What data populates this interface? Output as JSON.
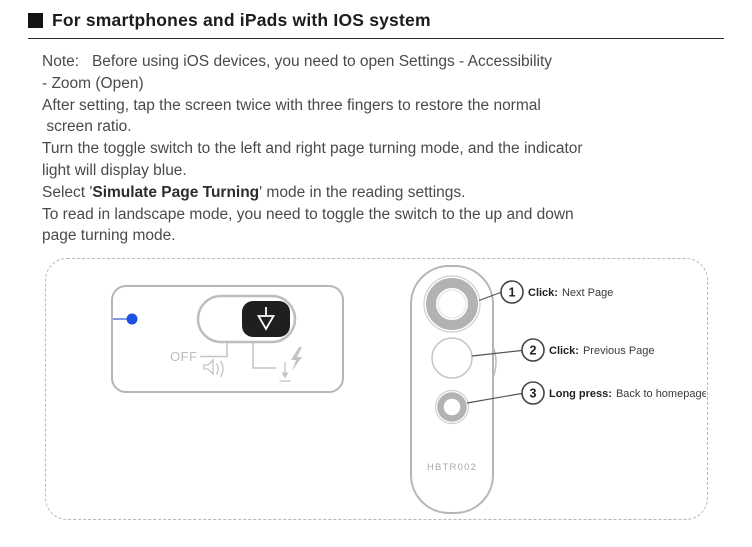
{
  "header": {
    "title": "For smartphones and iPads with IOS system"
  },
  "notes": {
    "l1": "Note:   Before using iOS devices, you need to open Settings - Accessibility",
    "l2": "- Zoom (Open)",
    "l3": "After setting, tap the screen twice with three fingers to restore the normal",
    "l4": " screen ratio.",
    "l5": "Turn the toggle switch to the left and right page turning mode, and the indicator",
    "l6": "light will display blue.",
    "l7_pre": "Select '",
    "l7_bold": "Simulate Page Turning",
    "l7_post": "' mode in the reading settings.",
    "l8": "To read in landscape mode, you need to toggle the switch to the up and down",
    "l9": "page turning mode."
  },
  "diagram": {
    "off_label": "OFF",
    "model_label": "HBTR002",
    "indicator_color": "#1d4fe0",
    "callouts": [
      {
        "num": "1",
        "action": "Click:",
        "text": "Next Page"
      },
      {
        "num": "2",
        "action": "Click:",
        "text": "Previous Page"
      },
      {
        "num": "3",
        "action": "Long press:",
        "text": "Back to homepage"
      }
    ]
  }
}
